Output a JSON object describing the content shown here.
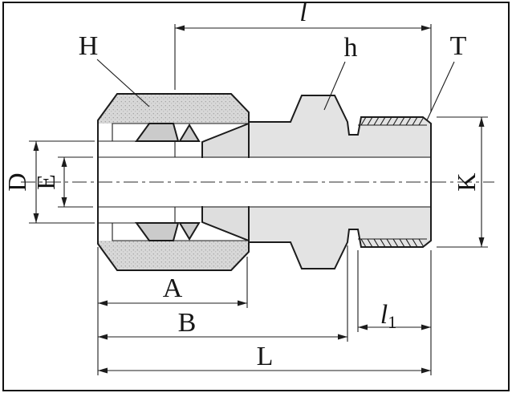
{
  "labels": {
    "nut_leader": "H",
    "body_hex_leader": "h",
    "thread_leader": "T",
    "shoulder_to_end_length": "l",
    "tube_hole_diameter": "D",
    "bore_diameter": "E",
    "hex_across_flats": "K",
    "nut_length": "A",
    "body_length": "B",
    "overall_length": "L",
    "thread_length_base": "l",
    "thread_length_sub": "1"
  },
  "colors": {
    "outline": "#1c1c1c",
    "nut_fill": "#d8d8d8",
    "nut_dot": "#a0a0a0",
    "body_fill": "#e3e3e3",
    "nose_fill": "#dedede",
    "ferrule_fill": "#cbcbcb",
    "background": "#ffffff"
  }
}
